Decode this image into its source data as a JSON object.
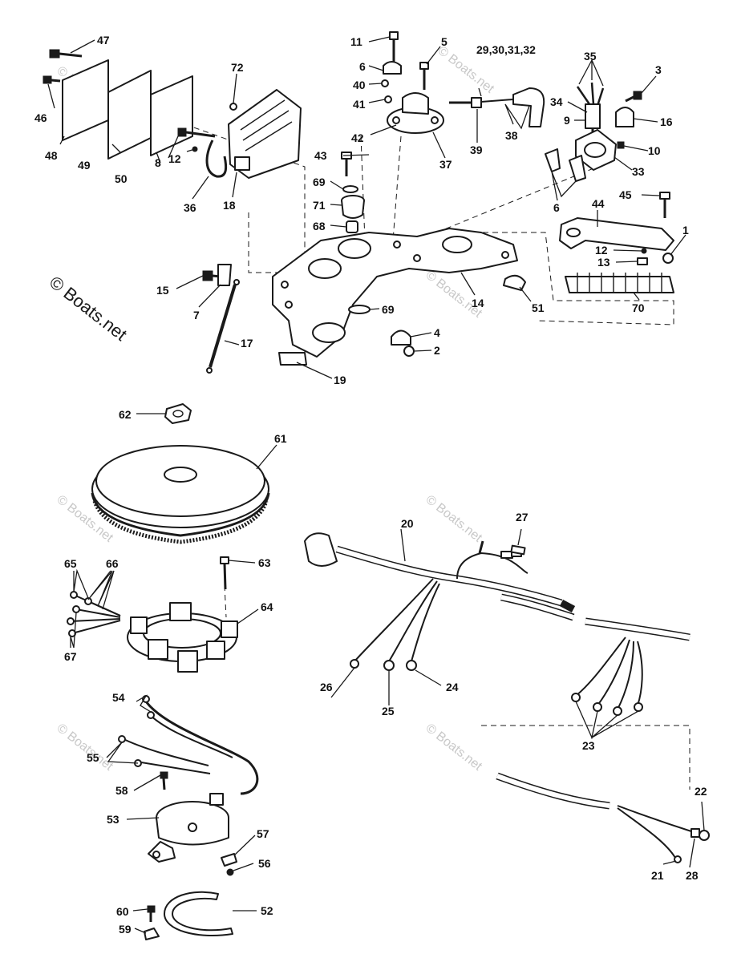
{
  "watermark": {
    "main": "© Boats.net",
    "repeat": "© Boats.net"
  },
  "callouts": {
    "c1": "1",
    "c2": "2",
    "c3": "3",
    "c4": "4",
    "c5": "5",
    "c6a": "6",
    "c6b": "6",
    "c7": "7",
    "c8": "8",
    "c9": "9",
    "c10": "10",
    "c11": "11",
    "c12a": "12",
    "c12b": "12",
    "c13": "13",
    "c14": "14",
    "c15": "15",
    "c16": "16",
    "c17": "17",
    "c18": "18",
    "c19": "19",
    "c20": "20",
    "c21": "21",
    "c22": "22",
    "c23": "23",
    "c24": "24",
    "c25": "25",
    "c26": "26",
    "c27": "27",
    "c28": "28",
    "c29_32": "29,30,31,32",
    "c33": "33",
    "c34": "34",
    "c35": "35",
    "c36": "36",
    "c37": "37",
    "c38": "38",
    "c39": "39",
    "c40": "40",
    "c41": "41",
    "c42": "42",
    "c43": "43",
    "c44": "44",
    "c45": "45",
    "c46": "46",
    "c47": "47",
    "c48": "48",
    "c49": "49",
    "c50": "50",
    "c51": "51",
    "c52": "52",
    "c53": "53",
    "c54": "54",
    "c55": "55",
    "c56": "56",
    "c57": "57",
    "c58": "58",
    "c59": "59",
    "c60": "60",
    "c61": "61",
    "c62": "62",
    "c63": "63",
    "c64": "64",
    "c65": "65",
    "c66": "66",
    "c67": "67",
    "c68": "68",
    "c69a": "69",
    "c69b": "69",
    "c70": "70",
    "c71": "71",
    "c72": "72"
  }
}
